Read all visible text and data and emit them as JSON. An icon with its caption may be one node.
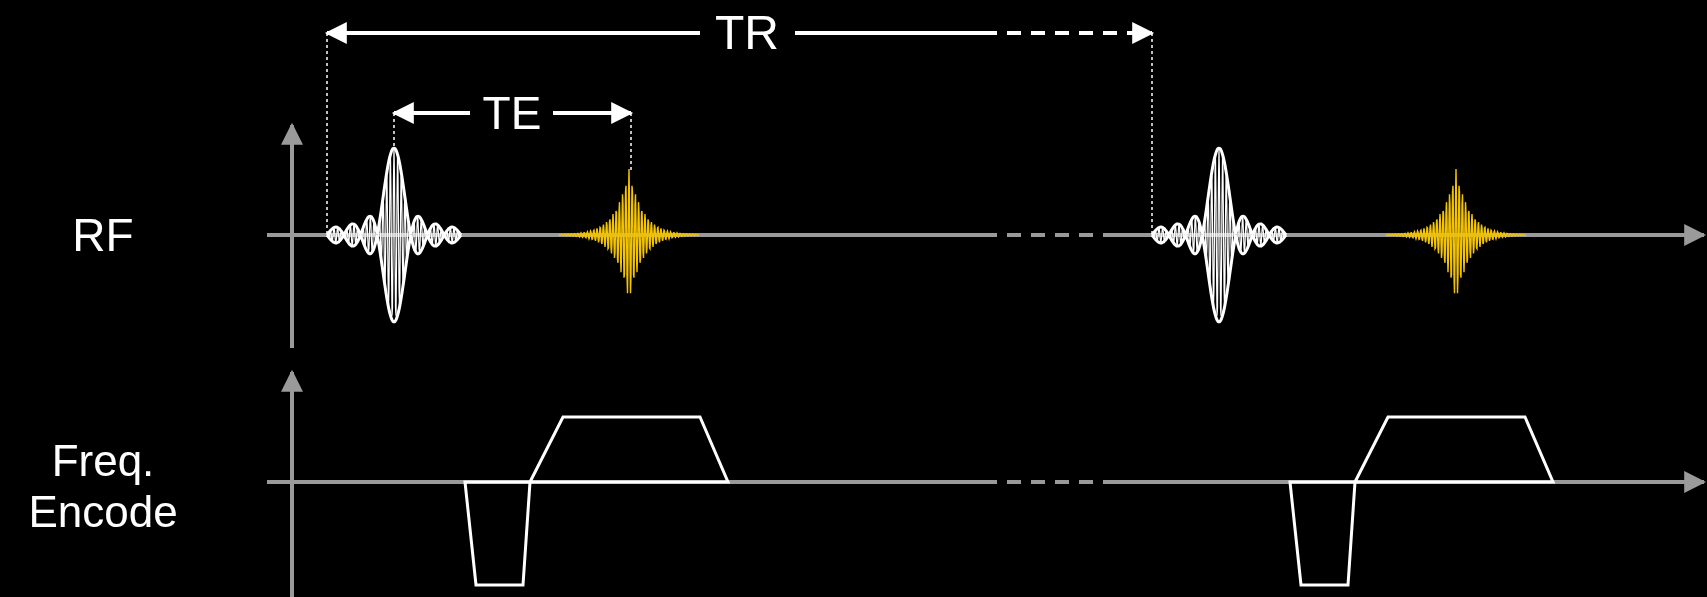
{
  "diagram": {
    "labels": [
      "TR",
      "TE",
      "RF",
      "Freq. Encode"
    ]
  }
}
